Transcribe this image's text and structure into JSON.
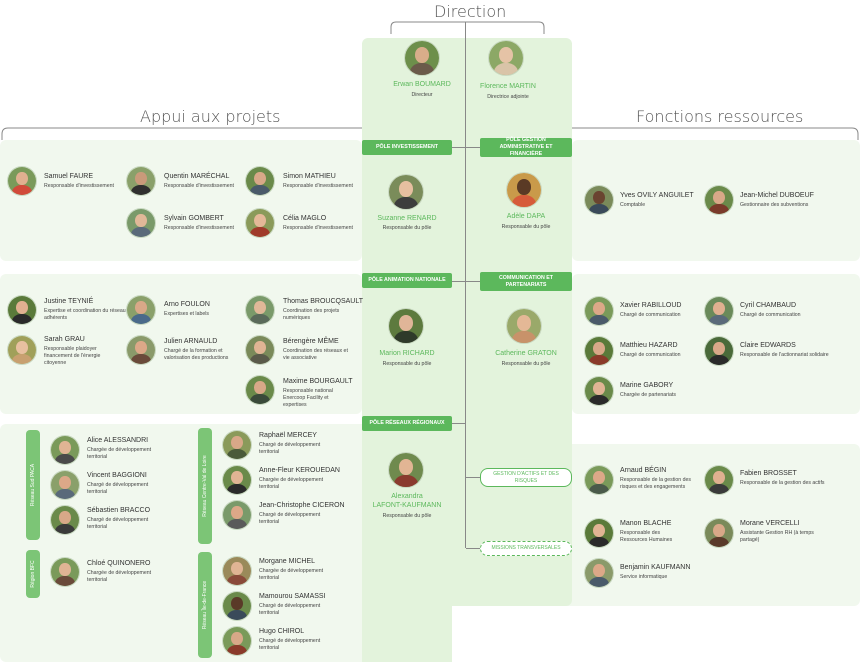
{
  "titles": {
    "direction": "Direction",
    "appui": "Appui aux projets",
    "fonctions": "Fonctions ressources"
  },
  "colors": {
    "green": "#5cb85c",
    "panel": "#f1f8ee",
    "band": "#e3f3dc"
  },
  "direction": [
    {
      "name": "Erwan BOUMARD",
      "role": "Directeur"
    },
    {
      "name": "Florence MARTIN",
      "role": "Directrice adjointe"
    }
  ],
  "poles": {
    "investissement": "PÔLE INVESTISSEMENT",
    "gestion": "PÔLE GESTION ADMINISTRATIVE ET FINANCIÈRE",
    "animation": "PÔLE ANIMATION NATIONALE",
    "communication": "COMMUNICATION ET PARTENARIATS",
    "reseaux": "PÔLE RÉSEAUX RÉGIONAUX",
    "gestion_actifs": "GESTION D'ACTIFS ET DES RISQUES",
    "missions": "MISSIONS TRANSVERSALES"
  },
  "pole_heads": {
    "suzanne": {
      "name": "Suzanne RENARD",
      "role": "Responsable du pôle"
    },
    "adele": {
      "name": "Adèle DAPA",
      "role": "Responsable du pôle"
    },
    "marion": {
      "name": "Marion RICHARD",
      "role": "Responsable du pôle"
    },
    "catherine": {
      "name": "Catherine GRATON",
      "role": "Responsable du pôle"
    },
    "alexandra": {
      "name1": "Alexandra",
      "name2": "LAFONT-KAUFMANN",
      "role": "Responsable du pôle"
    }
  },
  "people": {
    "faure": {
      "name": "Samuel FAURE",
      "role": "Responsable d'investissement"
    },
    "marechal": {
      "name": "Quentin MARÉCHAL",
      "role": "Responsable d'investissement"
    },
    "mathieu": {
      "name": "Simon MATHIEU",
      "role": "Responsable d'investissement"
    },
    "gombert": {
      "name": "Sylvain GOMBERT",
      "role": "Responsable d'investissement"
    },
    "maglo": {
      "name": "Célia MAGLO",
      "role": "Responsable d'investissement"
    },
    "oviy": {
      "name": "Yves OVILY ANGUILET",
      "role": "Comptable"
    },
    "duboeuf": {
      "name": "Jean-Michel DUBOEUF",
      "role": "Gestionnaire des subventions"
    },
    "teynie": {
      "name": "Justine TEYNIÉ",
      "role": "Expertise et coordination du réseau adhérents"
    },
    "foulon": {
      "name": "Arno FOULON",
      "role": "Expertises et labels"
    },
    "broucqsault": {
      "name": "Thomas BROUCQSAULT",
      "role": "Coordination des projets numériques"
    },
    "grau": {
      "name": "Sarah GRAU",
      "role": "Responsable plaidoyer financement de l'énergie citoyenne"
    },
    "arnauld": {
      "name": "Julien ARNAULD",
      "role": "Chargé de la formation et valorisation des productions"
    },
    "meme": {
      "name": "Bérengère MÊME",
      "role": "Coordination des réseaux et vie associative"
    },
    "bourgault": {
      "name": "Maxime BOURGAULT",
      "role": "Responsable national Enercoop Facility et expertises"
    },
    "rabilloud": {
      "name": "Xavier RABILLOUD",
      "role": "Chargé de communication"
    },
    "chambaud": {
      "name": "Cyril CHAMBAUD",
      "role": "Chargé de communication"
    },
    "hazard": {
      "name": "Matthieu HAZARD",
      "role": "Chargé de communication"
    },
    "edwards": {
      "name": "Claire EDWARDS",
      "role": "Responsable de l'actionnariat solidaire"
    },
    "gabory": {
      "name": "Marine GABORY",
      "role": "Chargée de partenariats"
    },
    "alessandri": {
      "name": "Alice ALESSANDRI",
      "role": "Chargée de développement territorial"
    },
    "baggioni": {
      "name": "Vincent BAGGIONI",
      "role": "Chargé de développement territorial"
    },
    "bracco": {
      "name": "Sébastien BRACCO",
      "role": "Chargé de développement territorial"
    },
    "quinonero": {
      "name": "Chloé QUINONERO",
      "role": "Chargée de développement territorial"
    },
    "mercey": {
      "name": "Raphaël MERCEY",
      "role": "Chargé de développement territorial"
    },
    "keroedan": {
      "name": "Anne-Fleur KEROUEDAN",
      "role": "Chargée de développement territorial"
    },
    "ciceron": {
      "name": "Jean-Christophe CICERON",
      "role": "Chargé de développement territorial"
    },
    "michel": {
      "name": "Morgane MICHEL",
      "role": "Chargée de développement territorial"
    },
    "samassi": {
      "name": "Mamourou SAMASSI",
      "role": "Chargé de développement territorial"
    },
    "chirol": {
      "name": "Hugo CHIROL",
      "role": "Chargé de développement territorial"
    },
    "begin": {
      "name": "Arnaud BÉGIN",
      "role": "Responsable de la gestion des risques et des engagements"
    },
    "brosset": {
      "name": "Fabien BROSSET",
      "role": "Responsable de la gestion des actifs"
    },
    "blache": {
      "name": "Manon BLACHE",
      "role": "Responsable des Ressources Humaines"
    },
    "vercelli": {
      "name": "Morane VERCELLI",
      "role": "Assistante Gestion RH (à temps partagé)"
    },
    "kaufmann": {
      "name": "Benjamin KAUFMANN",
      "role": "Service informatique"
    }
  },
  "regions": {
    "sud_paca": "Réseau Sud PACA",
    "centre": "Réseau Centre-Val de Loire",
    "bfc": "Région BFC",
    "idf": "Réseau Île-de-France"
  }
}
